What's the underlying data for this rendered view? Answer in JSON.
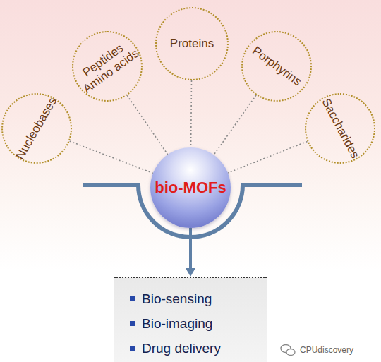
{
  "diagram": {
    "nodes": [
      {
        "text": [
          "Nucleobases"
        ]
      },
      {
        "text": [
          "Peptides Amino acids"
        ]
      },
      {
        "text": [
          "Proteins"
        ]
      },
      {
        "text": [
          "Porphyrins"
        ]
      },
      {
        "text": [
          "Saccharides"
        ]
      },
      {
        "text": [
          "bio-MOFs"
        ]
      },
      {
        "text": [
          "Bio-sensing",
          "Bio-imaging",
          "Drug delivery"
        ]
      }
    ],
    "edges": [
      {
        "from": 0,
        "to": 5,
        "arrow": "none"
      },
      {
        "from": 1,
        "to": 5,
        "arrow": "none"
      },
      {
        "from": 2,
        "to": 5,
        "arrow": "none"
      },
      {
        "from": 3,
        "to": 5,
        "arrow": "none"
      },
      {
        "from": 4,
        "to": 5,
        "arrow": "none"
      },
      {
        "from": 5,
        "to": 6,
        "arrow": "to"
      }
    ],
    "labels": [
      "CPUdiscovery"
    ]
  }
}
